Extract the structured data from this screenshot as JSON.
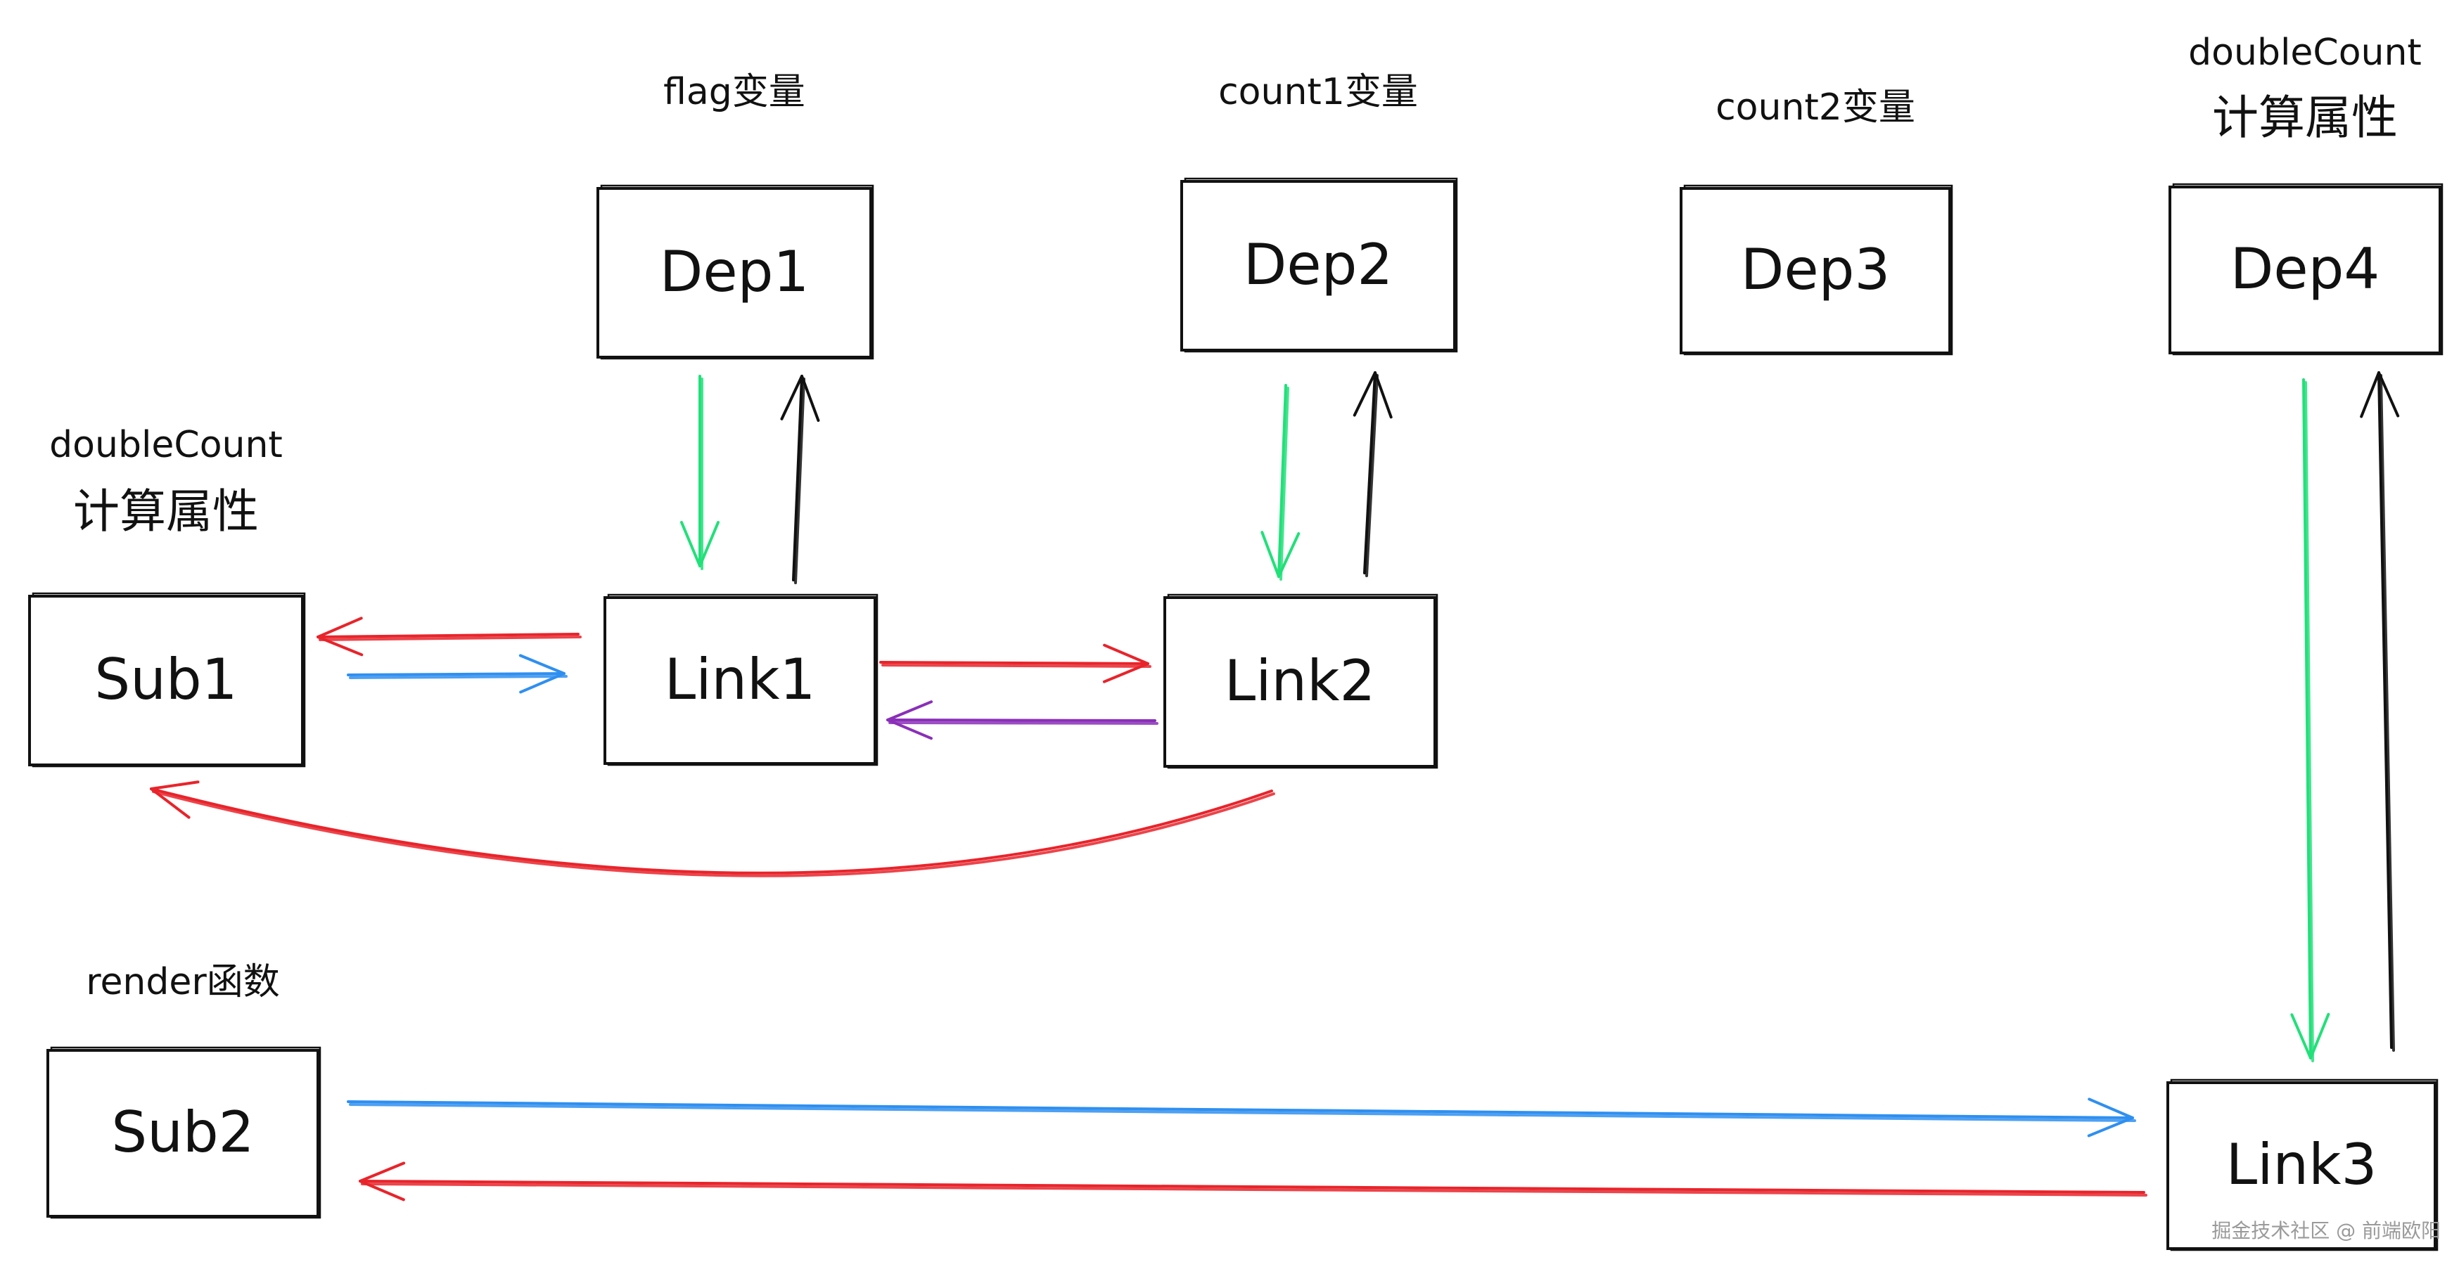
{
  "diagram": {
    "nodes": [
      {
        "id": "dep1",
        "label": "Dep1",
        "caption": [
          "flag变量"
        ]
      },
      {
        "id": "dep2",
        "label": "Dep2",
        "caption": [
          "count1变量"
        ]
      },
      {
        "id": "dep3",
        "label": "Dep3",
        "caption": [
          "count2变量"
        ]
      },
      {
        "id": "dep4",
        "label": "Dep4",
        "caption": [
          "doubleCount",
          "计算属性"
        ]
      },
      {
        "id": "sub1",
        "label": "Sub1",
        "caption": [
          "doubleCount",
          "计算属性"
        ]
      },
      {
        "id": "link1",
        "label": "Link1",
        "caption": []
      },
      {
        "id": "link2",
        "label": "Link2",
        "caption": []
      },
      {
        "id": "sub2",
        "label": "Sub2",
        "caption": [
          "render函数"
        ]
      },
      {
        "id": "link3",
        "label": "Link3",
        "caption": []
      }
    ],
    "edges": [
      {
        "id": "link1-to-dep1",
        "from": "link1",
        "to": "dep1",
        "color": "#111111"
      },
      {
        "id": "dep1-to-link1",
        "from": "dep1",
        "to": "link1",
        "color": "#22e07a"
      },
      {
        "id": "link2-to-dep2",
        "from": "link2",
        "to": "dep2",
        "color": "#111111"
      },
      {
        "id": "dep2-to-link2",
        "from": "dep2",
        "to": "link2",
        "color": "#22e07a"
      },
      {
        "id": "link1-to-sub1",
        "from": "link1",
        "to": "sub1",
        "color": "#e8242b"
      },
      {
        "id": "sub1-to-link1",
        "from": "sub1",
        "to": "link1",
        "color": "#2f8ff0"
      },
      {
        "id": "link1-to-link2",
        "from": "link1",
        "to": "link2",
        "color": "#e8242b"
      },
      {
        "id": "link2-to-link1",
        "from": "link2",
        "to": "link1",
        "color": "#8a2fb8"
      },
      {
        "id": "link2-to-sub1",
        "from": "link2",
        "to": "sub1",
        "color": "#e8242b"
      },
      {
        "id": "sub2-to-link3",
        "from": "sub2",
        "to": "link3",
        "color": "#2f8ff0"
      },
      {
        "id": "link3-to-sub2",
        "from": "link3",
        "to": "sub2",
        "color": "#e8242b"
      },
      {
        "id": "dep4-to-link3",
        "from": "dep4",
        "to": "link3",
        "color": "#22e07a"
      },
      {
        "id": "link3-to-dep4",
        "from": "link3",
        "to": "dep4",
        "color": "#111111"
      }
    ]
  },
  "watermark": "掘金技术社区 @ 前端欧阳"
}
